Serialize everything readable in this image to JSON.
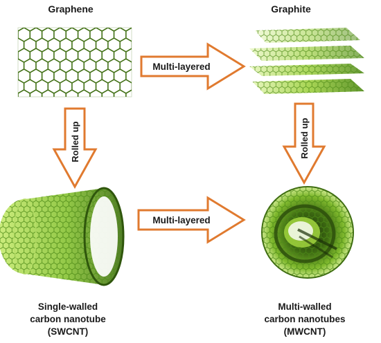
{
  "nodes": {
    "graphene": {
      "title": "Graphene"
    },
    "graphite": {
      "title": "Graphite"
    },
    "swcnt": {
      "line1": "Single-walled",
      "line2": "carbon nanotube",
      "line3": "(SWCNT)"
    },
    "mwcnt": {
      "line1": "Multi-walled",
      "line2": "carbon nanotubes",
      "line3": "(MWCNT)"
    }
  },
  "arrows": {
    "top_horizontal": "Multi-layered",
    "bottom_horizontal": "Multi-layered",
    "left_vertical": "Rolled up",
    "right_vertical": "Rolled up"
  },
  "colors": {
    "arrow_outline": "#e07a2f",
    "lattice_dark": "#3f6e12",
    "lattice_light": "#9ccf3c"
  }
}
